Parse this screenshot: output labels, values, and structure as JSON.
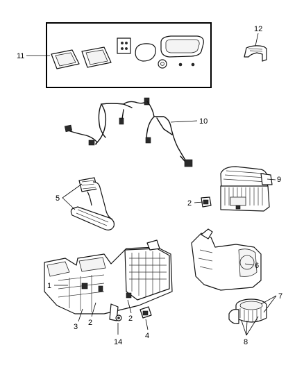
{
  "callouts": {
    "c1": "1",
    "c2a": "2",
    "c2b": "2",
    "c2c": "2",
    "c3": "3",
    "c4": "4",
    "c5": "5",
    "c6": "6",
    "c7": "7",
    "c8": "8",
    "c9": "9",
    "c10": "10",
    "c11": "11",
    "c12": "12",
    "c14": "14"
  }
}
